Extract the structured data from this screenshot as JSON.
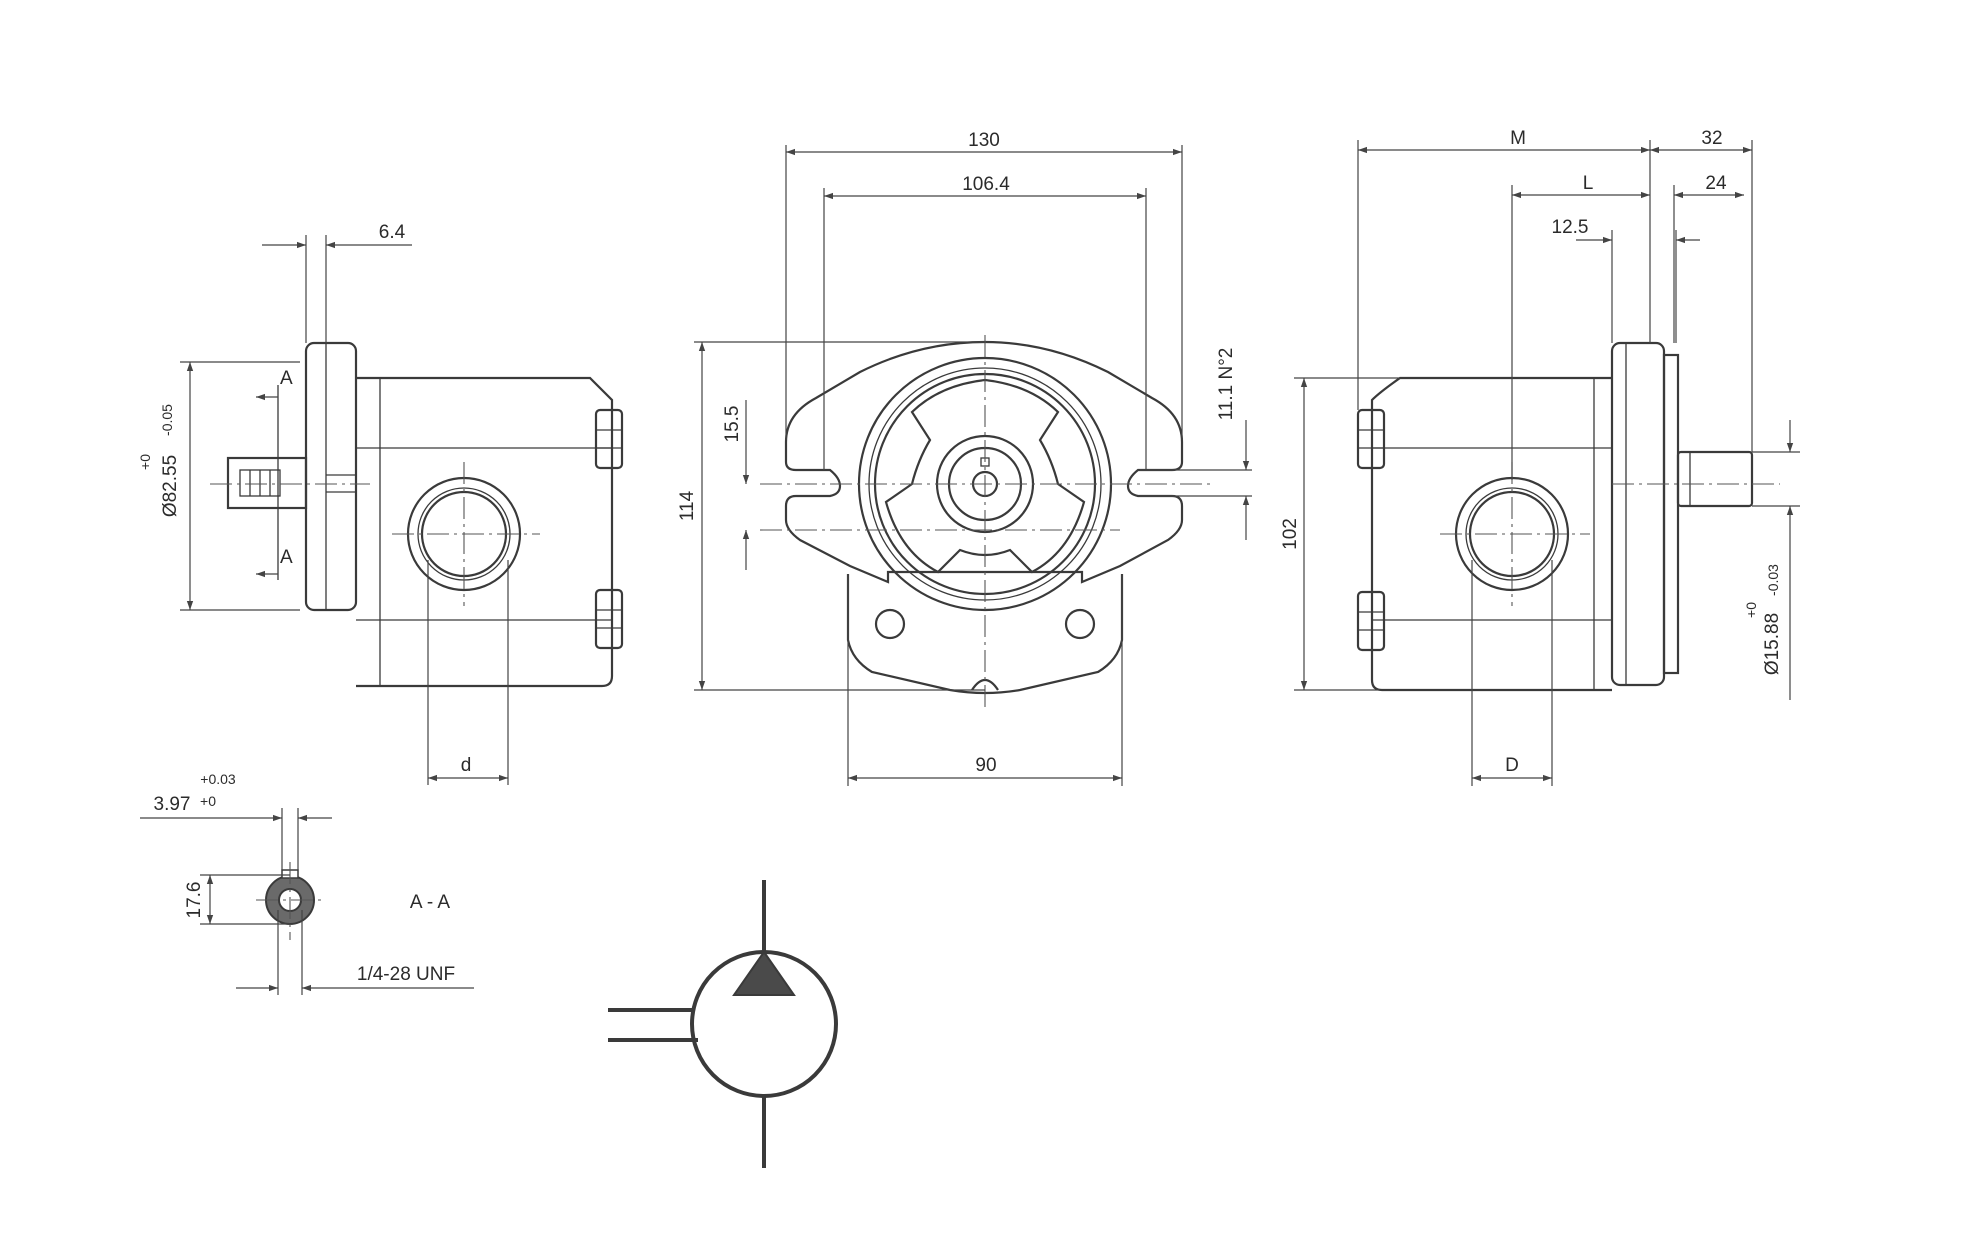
{
  "dimensions": {
    "left_view": {
      "flange_thickness": "6.4",
      "pilot_diameter": "Ø82.55",
      "pilot_tol_upper": "+0",
      "pilot_tol_lower": "-0.05",
      "section_mark_top": "A",
      "section_mark_bottom": "A",
      "port_d": "d"
    },
    "front_view": {
      "overall_width": "130",
      "bolt_spacing": "106.4",
      "slot_offset": "15.5",
      "overall_height": "114",
      "slot_width": "11.1 N°2",
      "body_width": "90"
    },
    "right_view": {
      "length_M": "M",
      "length_L": "L",
      "shaft_length": "32",
      "shaft_key_length": "24",
      "pilot_depth": "12.5",
      "body_height": "102",
      "port_D": "D",
      "shaft_diameter": "Ø15.88",
      "shaft_tol_upper": "+0",
      "shaft_tol_lower": "-0.03"
    },
    "section": {
      "key_width": "3.97",
      "key_tol_upper": "+0.03",
      "key_tol_lower": "+0",
      "shaft_height": "17.6",
      "label": "A - A",
      "thread": "1/4-28 UNF"
    }
  },
  "symbol": {
    "icon": "hydraulic-pump-symbol-icon"
  }
}
